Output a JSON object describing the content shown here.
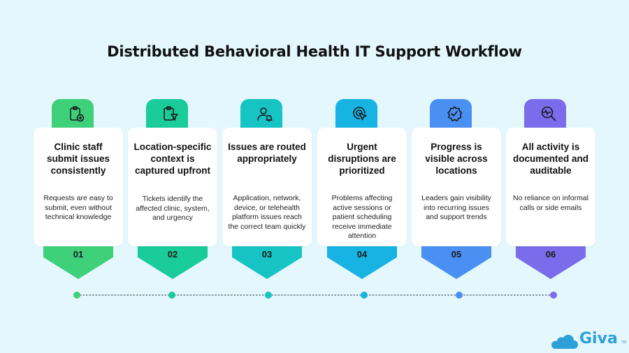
{
  "title": "Distributed Behavioral Health IT Support Workflow",
  "steps": [
    {
      "number": "01",
      "title": "Clinic staff submit issues consistently",
      "description": "Requests are easy to submit, even without technical knowledge",
      "icon": "clipboard-plus-icon",
      "color": "#3fd17a"
    },
    {
      "number": "02",
      "title": "Location-specific context is captured upfront",
      "description": "Tickets identify the affected clinic, system, and urgency",
      "icon": "clipboard-filter-icon",
      "color": "#19cc9a"
    },
    {
      "number": "03",
      "title": "Issues are routed appropriately",
      "description": "Application, network, device, or telehealth platform issues reach the correct team quickly",
      "icon": "user-bell-icon",
      "color": "#17c4c4"
    },
    {
      "number": "04",
      "title": "Urgent disruptions are prioritized",
      "description": "Problems affecting active sessions or patient scheduling receive immediate attention",
      "icon": "target-cursor-icon",
      "color": "#16b3e3"
    },
    {
      "number": "05",
      "title": "Progress is visible across locations",
      "description": "Leaders gain visibility into recurring issues and support trends",
      "icon": "badge-check-icon",
      "color": "#4a8ff2"
    },
    {
      "number": "06",
      "title": "All activity is documented and auditable",
      "description": "No reliance on informal calls or side emails",
      "icon": "search-pulse-icon",
      "color": "#7a6cea"
    }
  ],
  "logo": {
    "text": "Giva",
    "tm": "TM"
  }
}
